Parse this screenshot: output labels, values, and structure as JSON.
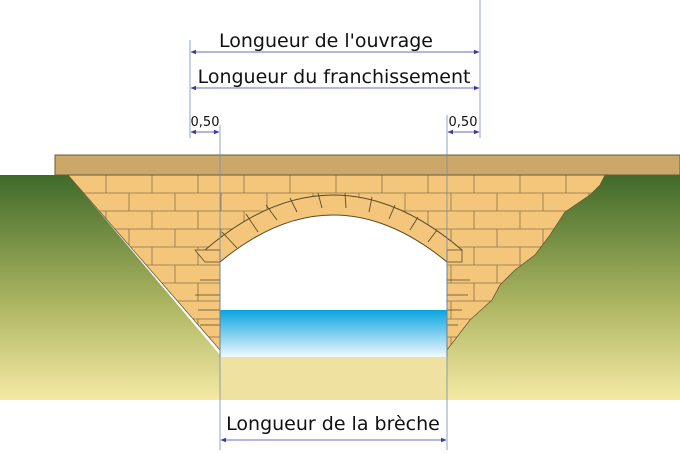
{
  "labels": {
    "ouvrage": "Longueur de l'ouvrage",
    "franchissement": "Longueur du franchissement",
    "left_offset": "0,50",
    "right_offset": "0,50",
    "breche": "Longueur de la brèche"
  },
  "colors": {
    "deck": "#cba86a",
    "brick": "#f3c67c",
    "mortar": "#6b5a32",
    "bank_top": "#3f6a2a",
    "bank_bottom": "#f3e6a0",
    "water_top": "#10a8e0",
    "water_bottom": "#ffffff",
    "dimension": "#3a3aa0"
  }
}
